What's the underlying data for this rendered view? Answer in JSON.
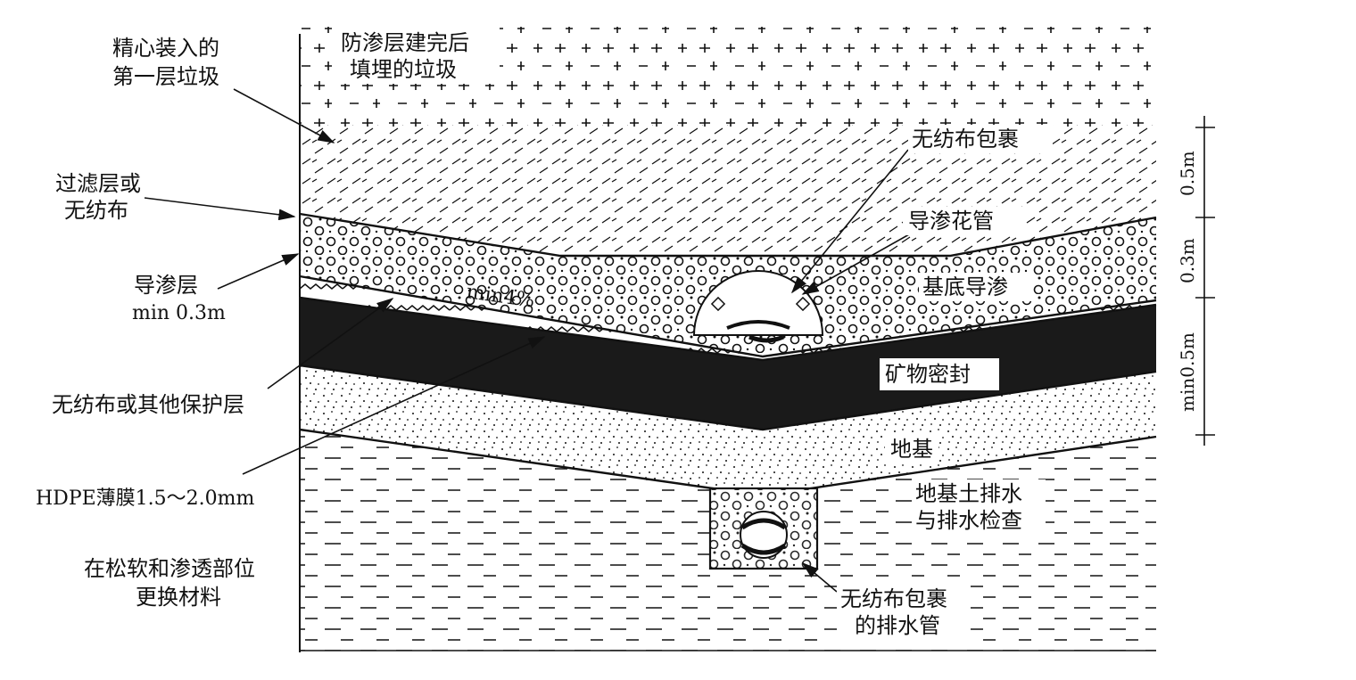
{
  "colors": {
    "ink": "#111111",
    "seal": "#1a1a1a",
    "paper": "#ffffff"
  },
  "labels": {
    "top_waste_1": "防渗层建完后",
    "top_waste_2": "填埋的垃圾",
    "first_layer_1": "精心装入的",
    "first_layer_2": "第一层垃圾",
    "filter_1": "过滤层或",
    "filter_2": "无纺布",
    "drain_layer_1": "导渗层",
    "drain_layer_2": "min 0.3m",
    "protect": "无纺布或其他保护层",
    "hdpe": "HDPE薄膜1.5～2.0mm",
    "replace_1": "在松软和渗透部位",
    "replace_2": "更换材料",
    "wrap": "无纺布包裹",
    "pipe": "导渗花管",
    "base_drain": "基底导渗",
    "slope": "min4%",
    "seal": "矿物密封",
    "foundation": "地基",
    "soil_drain_1": "地基土排水",
    "soil_drain_2": "与排水检查",
    "drain_pipe_1": "无纺布包裹",
    "drain_pipe_2": "的排水管"
  },
  "dimensions": [
    "0.5m",
    "0.3m",
    "min0.5m"
  ]
}
